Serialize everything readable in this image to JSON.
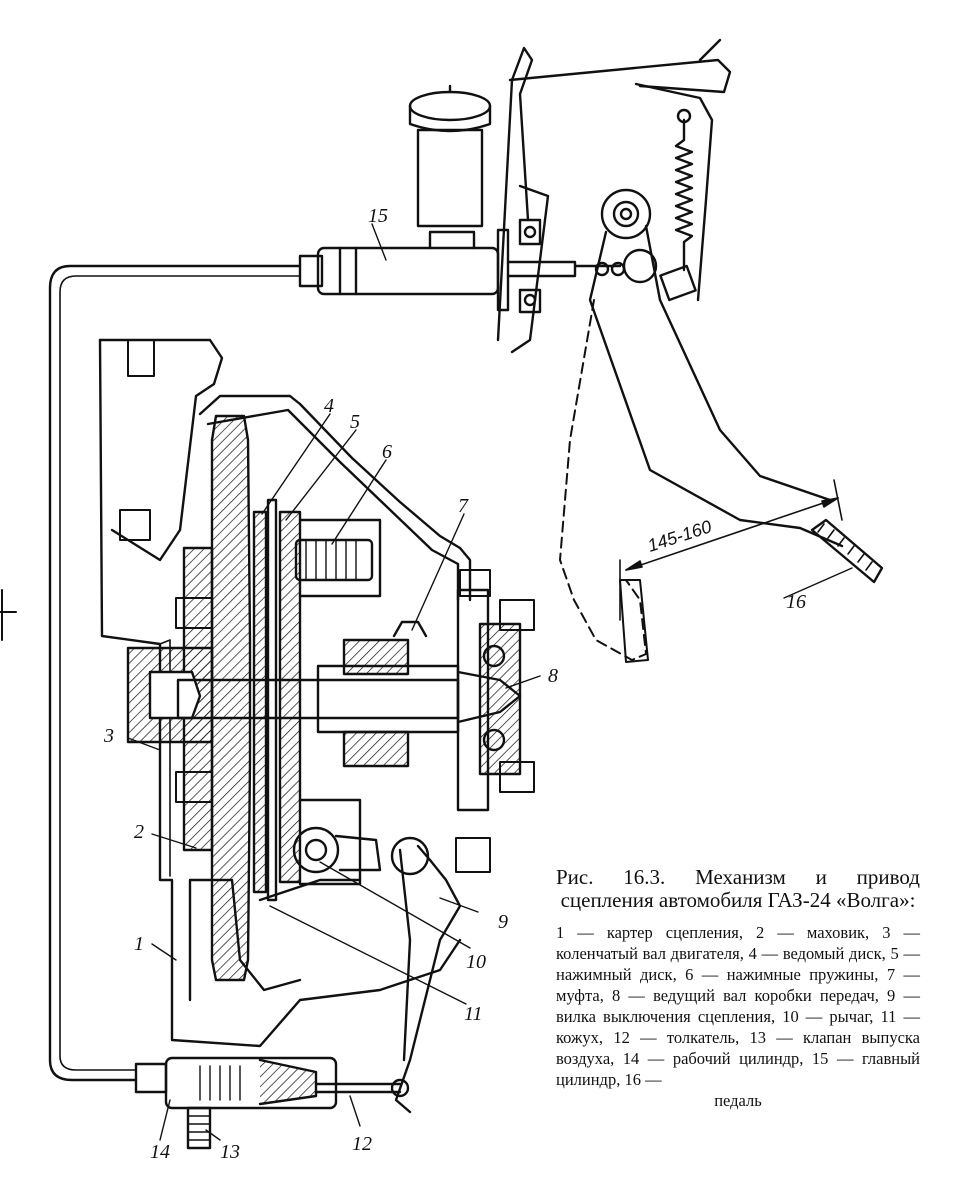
{
  "caption": {
    "title": "Рис. 16.3. Механизм и привод сцепления автомобиля ГАЗ-24 «Волга»:",
    "legend": "1 — картер сцепления, 2 — маховик, 3 — коленчатый вал двигателя, 4 — ведомый диск, 5 — нажимный диск, 6 — нажимные пружины, 7 — муфта, 8 — ведущий вал коробки передач, 9 — вилка выключения сцепления, 10 — рычаг, 11 — кожух, 12 — толкатель, 13 — клапан выпуска воздуха, 14 — рабочий цилиндр, 15 — главный цилиндр, 16 —",
    "legend_last": "педаль"
  },
  "dimension": {
    "pedal_travel": "145-160"
  },
  "labels": {
    "l1": "1",
    "l2": "2",
    "l3": "3",
    "l4": "4",
    "l5": "5",
    "l6": "6",
    "l7": "7",
    "l8": "8",
    "l9": "9",
    "l10": "10",
    "l11": "11",
    "l12": "12",
    "l13": "13",
    "l14": "14",
    "l15": "15",
    "l16": "16"
  }
}
